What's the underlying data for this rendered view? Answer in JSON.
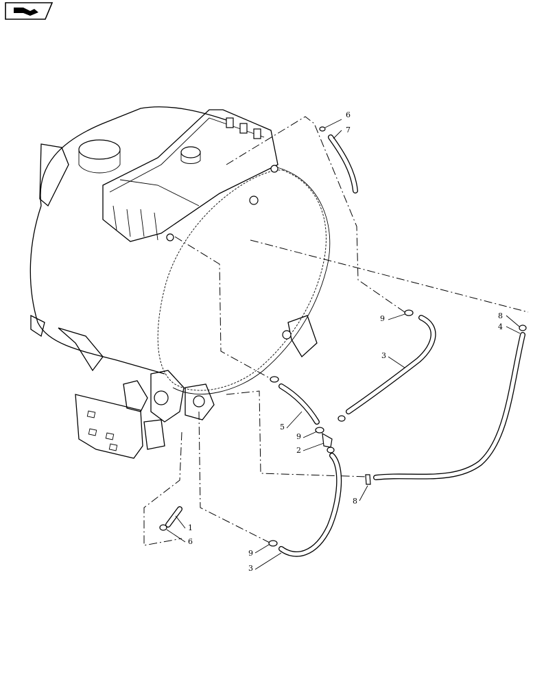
{
  "nav": {
    "icon": "return-arrow-icon"
  },
  "callouts": [
    {
      "id": "c-6-top",
      "label": "6"
    },
    {
      "id": "c-7",
      "label": "7"
    },
    {
      "id": "c-9-right",
      "label": "9"
    },
    {
      "id": "c-8-right",
      "label": "8"
    },
    {
      "id": "c-4",
      "label": "4"
    },
    {
      "id": "c-3-mid",
      "label": "3"
    },
    {
      "id": "c-5",
      "label": "5"
    },
    {
      "id": "c-9-mid",
      "label": "9"
    },
    {
      "id": "c-2",
      "label": "2"
    },
    {
      "id": "c-8-bottom",
      "label": "8"
    },
    {
      "id": "c-1",
      "label": "1"
    },
    {
      "id": "c-6-bottom",
      "label": "6"
    },
    {
      "id": "c-9-bottom",
      "label": "9"
    },
    {
      "id": "c-3-bottom",
      "label": "3"
    }
  ]
}
